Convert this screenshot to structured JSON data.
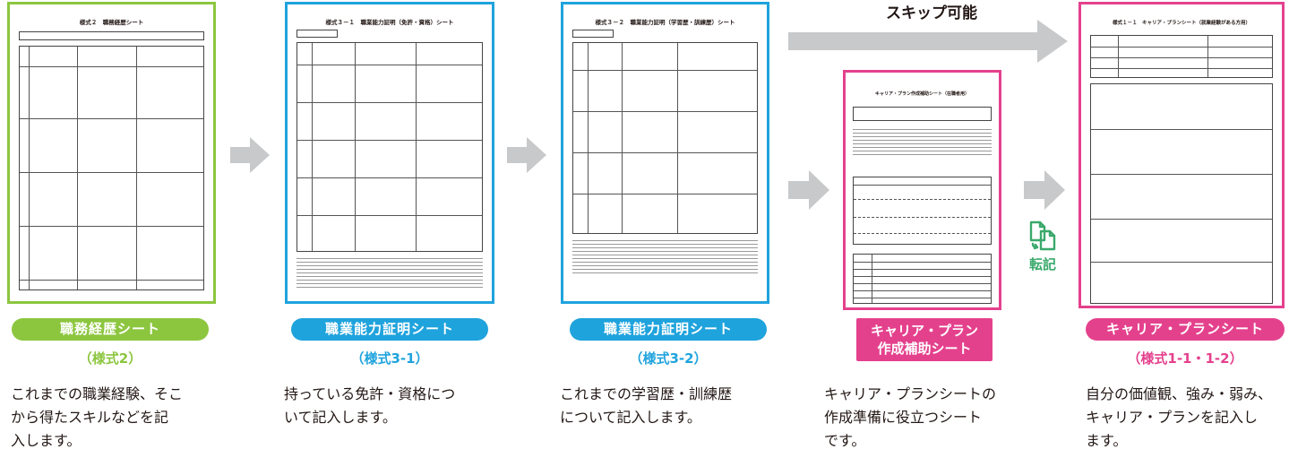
{
  "colors": {
    "green": "#8cc63f",
    "blue": "#1fa3dd",
    "pink": "#e4418d",
    "arrow": "#c8c9ca",
    "transfer": "#3aa96b"
  },
  "skip_label": "スキップ可能",
  "transfer_label": "転記",
  "transfer_icon": "copy-transfer-icon",
  "sheets": [
    {
      "form_title": "様式２　職務経歴シート",
      "pill": "職務経歴シート",
      "sub": "（様式2）",
      "desc_lines": [
        "これまでの職業経験、そこ",
        "から得たスキルなどを記",
        "入します。"
      ]
    },
    {
      "form_title": "様式３－１　職業能力証明（免許・資格）シート",
      "pill": "職業能力証明シート",
      "sub": "（様式3-1）",
      "desc_lines": [
        "持っている免許・資格につ",
        "いて記入します。"
      ]
    },
    {
      "form_title": "様式３－２　職業能力証明（学習歴・訓練歴）シート",
      "pill": "職業能力証明シート",
      "sub": "（様式3-2）",
      "desc_lines": [
        "これまでの学習歴・訓練歴",
        "について記入します。"
      ]
    },
    {
      "form_title": "キャリア・プラン作成補助シート（在職者用）",
      "pill_lines": [
        "キャリア・プラン",
        "作成補助シート"
      ],
      "sub": "",
      "desc_lines": [
        "キャリア・プランシートの",
        "作成準備に役立つシート",
        "です。"
      ]
    },
    {
      "form_title": "様式１－１　キャリア・プランシート（就業経験がある方用）",
      "pill": "キャリア・プランシート",
      "sub": "（様式1-1・1-2）",
      "desc_lines": [
        "自分の価値観、強み・弱み、",
        "キャリア・プランを記入し",
        "ます。"
      ]
    }
  ]
}
